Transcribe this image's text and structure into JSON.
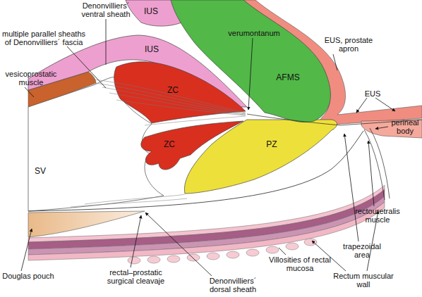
{
  "diagram": {
    "nodes": [
      {
        "text": [
          "IUS"
        ]
      },
      {
        "text": [
          "IUS"
        ]
      },
      {
        "text": [
          "AFMS"
        ]
      },
      {
        "text": [
          "ZC"
        ]
      },
      {
        "text": [
          "ZC"
        ]
      },
      {
        "text": [
          "PZ"
        ]
      },
      {
        "text": [
          "SV"
        ]
      }
    ],
    "labels": [
      "Denonvilliers´ ventral sheath",
      "multiple parallel sheaths of Denonvilliers´ fascia",
      "verumontanum",
      "EUS, prostate apron",
      "vesicoprostatic muscle",
      "EUS",
      "perineal body",
      "rectouretralis muscle",
      "trapezoidal area",
      "Villosities of rectal mucosa",
      "Rectum muscular wall",
      "Douglas pouch",
      "rectal–prostatic surgical cleavaje",
      "Denonvilliers´ dorsal sheath"
    ]
  }
}
